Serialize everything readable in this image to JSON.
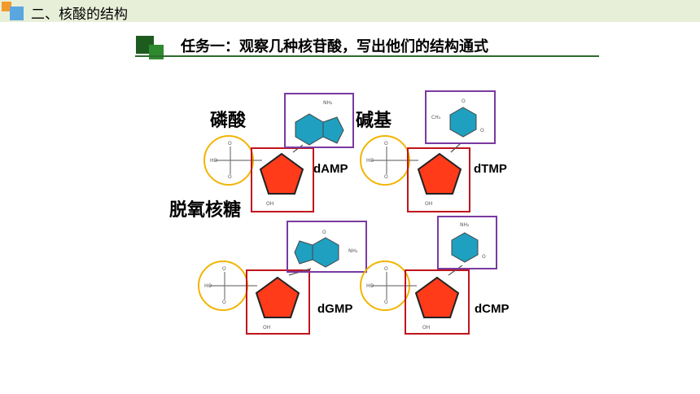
{
  "header": {
    "title": "二、核酸的结构"
  },
  "task": {
    "title": "任务一：观察几种核苷酸，写出他们的结构通式"
  },
  "labels": {
    "phosphate": "磷酸",
    "base": "碱基",
    "deoxyribose": "脱氧核糖"
  },
  "nucleotides": [
    "dAMP",
    "dTMP",
    "dGMP",
    "dCMP"
  ],
  "colors": {
    "header_bg": "#e8efd9",
    "accent_green": "#1e5b1e",
    "pentagon_fill": "#ff3b1a",
    "base_fill": "#1fa0c0",
    "phosphate_circle": "#f2b400",
    "sugar_box": "#c0141c",
    "base_box": "#7a3aa0"
  }
}
